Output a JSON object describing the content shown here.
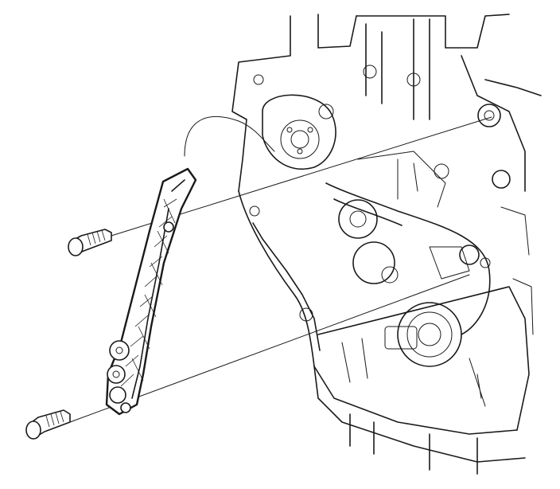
{
  "figure": {
    "colors": {
      "ink": "#1a1a1a",
      "paper": "#ffffff"
    }
  },
  "parts": [
    {
      "name": "engine-block",
      "icon": "engine-front-view"
    },
    {
      "name": "timing-chain-guide",
      "icon": "chain-guide"
    },
    {
      "name": "guide-bolt-upper",
      "icon": "bolt"
    },
    {
      "name": "guide-bolt-lower",
      "icon": "bolt"
    }
  ]
}
